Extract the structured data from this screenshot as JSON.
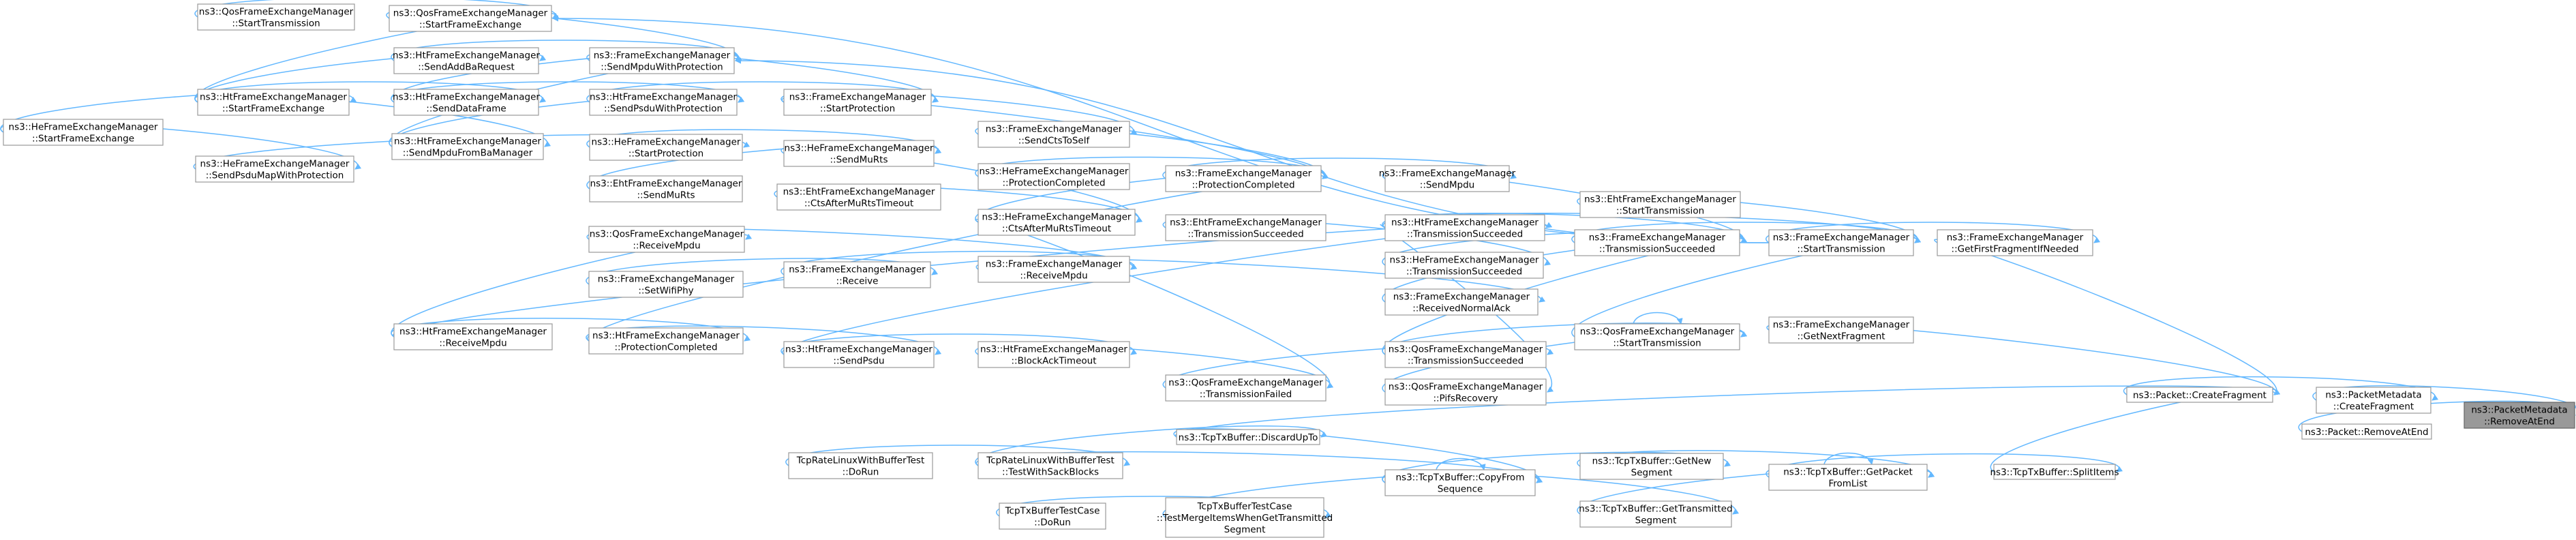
{
  "graph": {
    "edge_color": "#63b8ff",
    "node_border": "#999999",
    "highlight_fill": "#999999",
    "nodes": [
      {
        "id": "n0",
        "lines": [
          "ns3::PacketMetadata",
          "::RemoveAtEnd"
        ],
        "highlight": true
      },
      {
        "id": "n1",
        "lines": [
          "ns3::PacketMetadata",
          "::CreateFragment"
        ]
      },
      {
        "id": "n2",
        "lines": [
          "ns3::Packet::RemoveAtEnd"
        ]
      },
      {
        "id": "n3",
        "lines": [
          "ns3::Packet::CreateFragment"
        ]
      },
      {
        "id": "n4",
        "lines": [
          "ns3::TcpTxBuffer::SplitItems"
        ]
      },
      {
        "id": "n5",
        "lines": [
          "ns3::FrameExchangeManager",
          "::GetFirstFragmentIfNeeded"
        ]
      },
      {
        "id": "n6",
        "lines": [
          "ns3::FrameExchangeManager",
          "::GetNextFragment"
        ]
      },
      {
        "id": "n7",
        "lines": [
          "ns3::FrameExchangeManager",
          "::StartTransmission"
        ]
      },
      {
        "id": "n8",
        "lines": [
          "ns3::EhtFrameExchangeManager",
          "::StartTransmission"
        ]
      },
      {
        "id": "n9",
        "lines": [
          "ns3::FrameExchangeManager",
          "::TransmissionSucceeded"
        ]
      },
      {
        "id": "n10",
        "lines": [
          "ns3::QosFrameExchangeManager",
          "::StartTransmission"
        ]
      },
      {
        "id": "n11",
        "lines": [
          "ns3::HtFrameExchangeManager",
          "::TransmissionSucceeded"
        ]
      },
      {
        "id": "n12",
        "lines": [
          "ns3::FrameExchangeManager",
          "::SendMpdu"
        ]
      },
      {
        "id": "n13",
        "lines": [
          "ns3::HeFrameExchangeManager",
          "::TransmissionSucceeded"
        ]
      },
      {
        "id": "n14",
        "lines": [
          "ns3::FrameExchangeManager",
          "::ReceivedNormalAck"
        ]
      },
      {
        "id": "n15",
        "lines": [
          "ns3::QosFrameExchangeManager",
          "::TransmissionSucceeded"
        ]
      },
      {
        "id": "n16",
        "lines": [
          "ns3::QosFrameExchangeManager",
          "::PifsRecovery"
        ]
      },
      {
        "id": "n17",
        "lines": [
          "ns3::EhtFrameExchangeManager",
          "::TransmissionSucceeded"
        ]
      },
      {
        "id": "n18",
        "lines": [
          "ns3::FrameExchangeManager",
          "::ProtectionCompleted"
        ]
      },
      {
        "id": "n19",
        "lines": [
          "ns3::QosFrameExchangeManager",
          "::TransmissionFailed"
        ]
      },
      {
        "id": "n20",
        "lines": [
          "ns3::FrameExchangeManager",
          "::SendCtsToSelf"
        ]
      },
      {
        "id": "n21",
        "lines": [
          "ns3::HeFrameExchangeManager",
          "::ProtectionCompleted"
        ]
      },
      {
        "id": "n22",
        "lines": [
          "ns3::HeFrameExchangeManager",
          "::CtsAfterMuRtsTimeout"
        ]
      },
      {
        "id": "n23",
        "lines": [
          "ns3::FrameExchangeManager",
          "::ReceiveMpdu"
        ]
      },
      {
        "id": "n24",
        "lines": [
          "ns3::HtFrameExchangeManager",
          "::BlockAckTimeout"
        ]
      },
      {
        "id": "n25",
        "lines": [
          "ns3::FrameExchangeManager",
          "::StartProtection"
        ]
      },
      {
        "id": "n26",
        "lines": [
          "ns3::HeFrameExchangeManager",
          "::SendMuRts"
        ]
      },
      {
        "id": "n27",
        "lines": [
          "ns3::EhtFrameExchangeManager",
          "::CtsAfterMuRtsTimeout"
        ]
      },
      {
        "id": "n28",
        "lines": [
          "ns3::FrameExchangeManager",
          "::Receive"
        ]
      },
      {
        "id": "n29",
        "lines": [
          "ns3::HtFrameExchangeManager",
          "::SendPsdu"
        ]
      },
      {
        "id": "n30",
        "lines": [
          "ns3::QosFrameExchangeManager",
          "::StartFrameExchange"
        ]
      },
      {
        "id": "n31",
        "lines": [
          "ns3::FrameExchangeManager",
          "::SendMpduWithProtection"
        ]
      },
      {
        "id": "n32",
        "lines": [
          "ns3::HtFrameExchangeManager",
          "::SendPsduWithProtection"
        ]
      },
      {
        "id": "n33",
        "lines": [
          "ns3::HeFrameExchangeManager",
          "::StartProtection"
        ]
      },
      {
        "id": "n34",
        "lines": [
          "ns3::EhtFrameExchangeManager",
          "::SendMuRts"
        ]
      },
      {
        "id": "n35",
        "lines": [
          "ns3::QosFrameExchangeManager",
          "::ReceiveMpdu"
        ]
      },
      {
        "id": "n36",
        "lines": [
          "ns3::FrameExchangeManager",
          "::SetWifiPhy"
        ]
      },
      {
        "id": "n37",
        "lines": [
          "ns3::HtFrameExchangeManager",
          "::ProtectionCompleted"
        ]
      },
      {
        "id": "n38",
        "lines": [
          "ns3::QosFrameExchangeManager",
          "::StartTransmission"
        ]
      },
      {
        "id": "n39",
        "lines": [
          "ns3::HtFrameExchangeManager",
          "::SendAddBaRequest"
        ]
      },
      {
        "id": "n40",
        "lines": [
          "ns3::HtFrameExchangeManager",
          "::SendDataFrame"
        ]
      },
      {
        "id": "n41",
        "lines": [
          "ns3::HtFrameExchangeManager",
          "::SendMpduFromBaManager"
        ]
      },
      {
        "id": "n42",
        "lines": [
          "ns3::HtFrameExchangeManager",
          "::ReceiveMpdu"
        ]
      },
      {
        "id": "n43",
        "lines": [
          "ns3::HtFrameExchangeManager",
          "::StartFrameExchange"
        ]
      },
      {
        "id": "n44",
        "lines": [
          "ns3::HeFrameExchangeManager",
          "::SendPsduMapWithProtection"
        ]
      },
      {
        "id": "n45",
        "lines": [
          "ns3::HeFrameExchangeManager",
          "::StartFrameExchange"
        ]
      },
      {
        "id": "n46",
        "lines": [
          "ns3::TcpTxBuffer::GetPacket",
          "FromList"
        ]
      },
      {
        "id": "n47",
        "lines": [
          "ns3::TcpTxBuffer::GetNew",
          "Segment"
        ]
      },
      {
        "id": "n48",
        "lines": [
          "ns3::TcpTxBuffer::GetTransmitted",
          "Segment"
        ]
      },
      {
        "id": "n49",
        "lines": [
          "ns3::TcpTxBuffer::CopyFrom",
          "Sequence"
        ]
      },
      {
        "id": "n50",
        "lines": [
          "ns3::TcpTxBuffer::DiscardUpTo"
        ]
      },
      {
        "id": "n51",
        "lines": [
          "TcpRateLinuxWithBufferTest",
          "::TestWithSackBlocks"
        ]
      },
      {
        "id": "n52",
        "lines": [
          "TcpTxBufferTestCase",
          "::TestMergeItemsWhenGetTransmitted",
          "Segment"
        ]
      },
      {
        "id": "n53",
        "lines": [
          "TcpRateLinuxWithBufferTest",
          "::DoRun"
        ]
      },
      {
        "id": "n54",
        "lines": [
          "TcpTxBufferTestCase",
          "::DoRun"
        ]
      }
    ]
  }
}
